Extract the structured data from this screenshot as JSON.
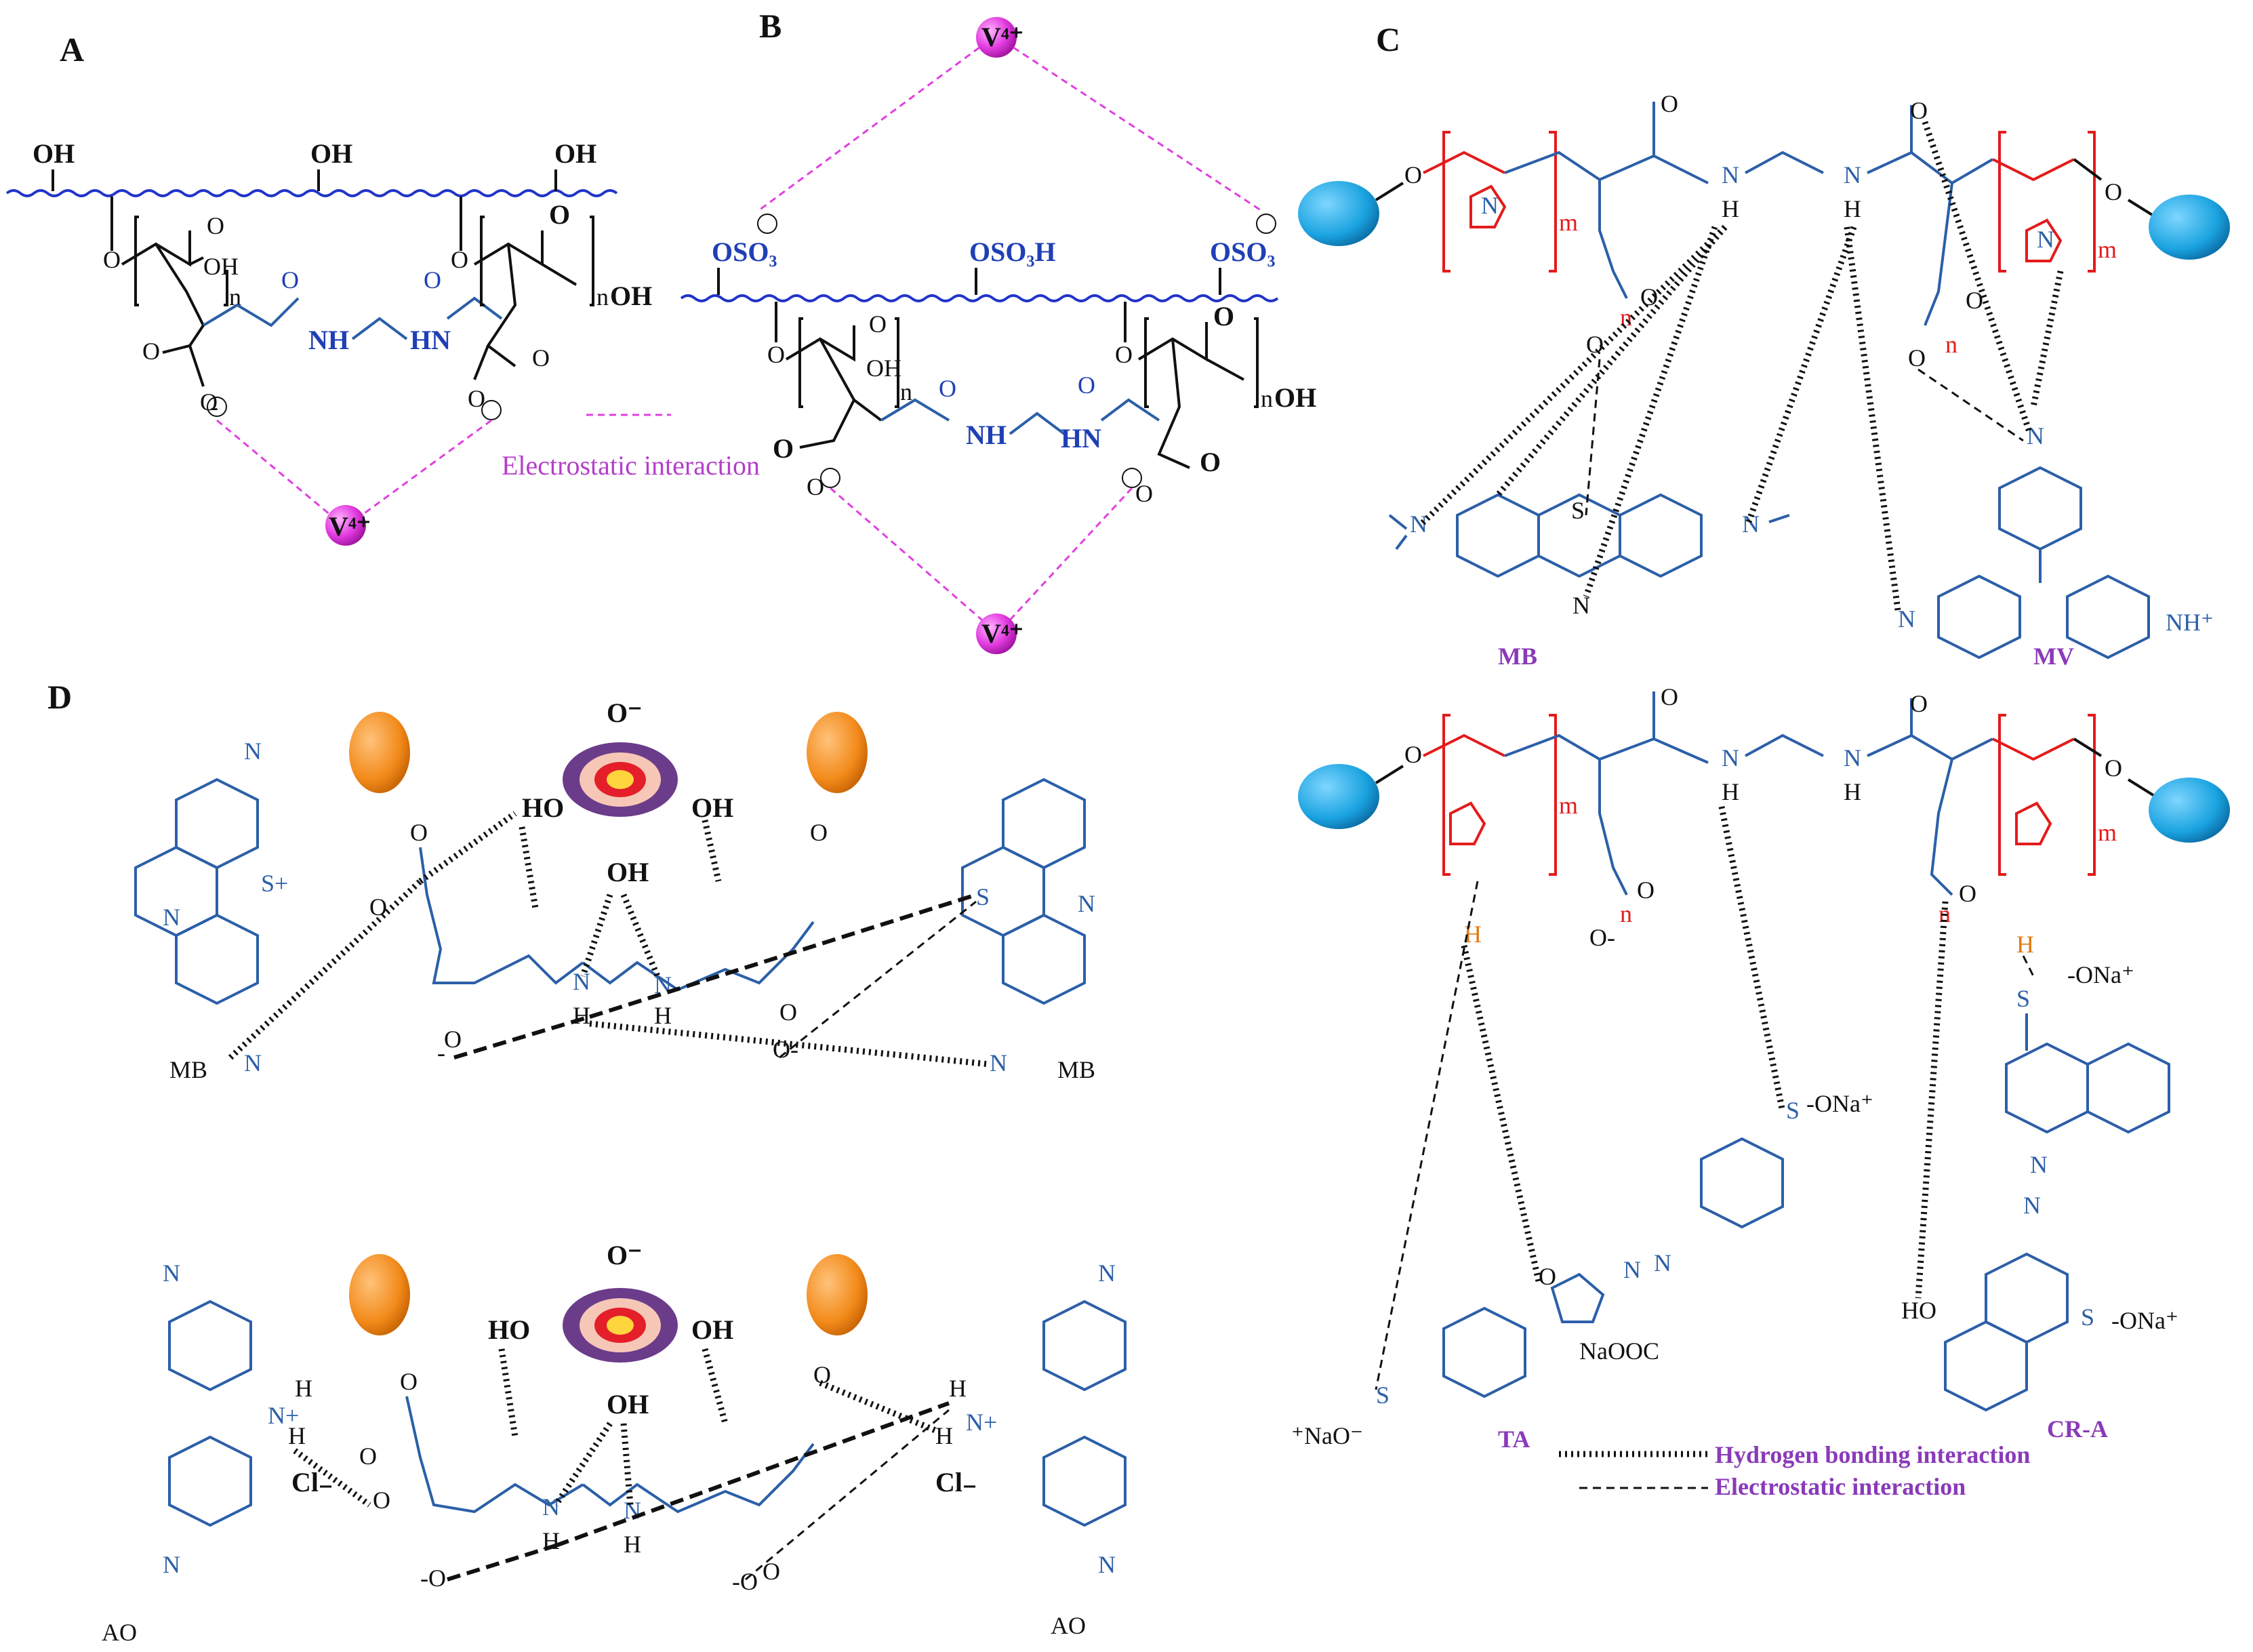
{
  "panels": {
    "A": {
      "letter": "A",
      "oh": [
        "OH",
        "OH",
        "OH"
      ],
      "ion": "V⁴⁺",
      "nh_left": "NH",
      "nh_right": "HN",
      "n": "n",
      "oh_end": "OH",
      "note": "Electrostatic interaction"
    },
    "B": {
      "letter": "B",
      "ion_top": "V⁴⁺",
      "ion_bottom": "V⁴⁺",
      "oso3_left": "OSO₃",
      "oso3h": "OSO₃H",
      "oso3_right": "OSO₃",
      "nh_left": "NH",
      "nh_right": "HN",
      "n": "n",
      "oh_end": "OH"
    },
    "C": {
      "letter": "C",
      "m": "m",
      "n": "n",
      "dye_mb": "MB",
      "dye_mv": "MV",
      "dye_ta": "TA",
      "dye_cra": "CR-A",
      "nh_plus": "NH⁺",
      "ona": "-ONa⁺",
      "naooc": "NaOOC",
      "nao": "⁺NaO⁻",
      "ho": "HO",
      "legend_hb": "Hydrogen bonding interaction",
      "legend_es": "Electrostatic interaction"
    },
    "D": {
      "letter": "D",
      "mb": "MB",
      "ao": "AO",
      "cl": "Cl₋",
      "oh": "OH",
      "ho": "HO",
      "o_minus": "O⁻"
    }
  },
  "colors": {
    "ion_fill": "#e23be0",
    "bead_c": "#1aa3e0",
    "bead_d": "#f28a1a",
    "polymer_blue": "#2b5fa8",
    "imidazole_red": "#e31b1b",
    "label_purple": "#8a3ab9"
  }
}
